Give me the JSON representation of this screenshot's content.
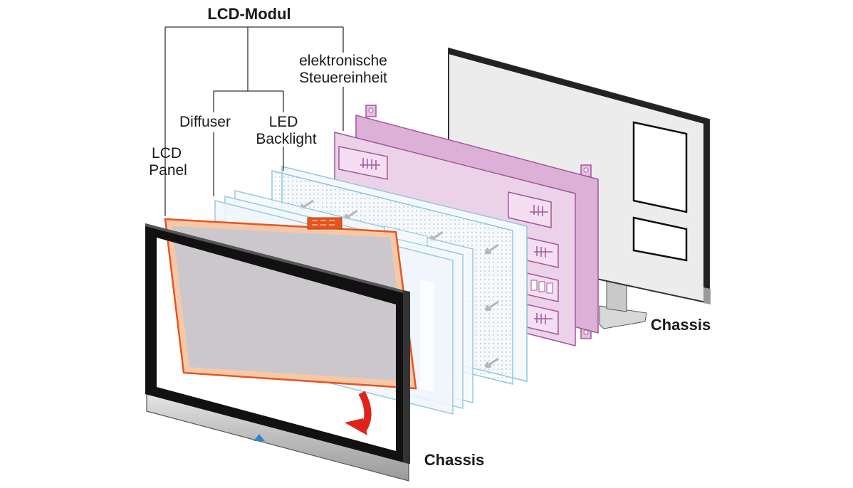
{
  "labels": {
    "lcd_modul": "LCD-Modul",
    "electronic_1": "elektronische",
    "electronic_2": "Steuereinheit",
    "diffuser": "Diffuser",
    "backlight_1": "LED",
    "backlight_2": "Backlight",
    "lcd_panel_1": "LCD",
    "lcd_panel_2": "Panel",
    "chassis_back": "Chassis",
    "chassis_front": "Chassis"
  },
  "colors": {
    "bezel": "#111111",
    "lcd_panel_border": "#e8541e",
    "lcd_panel_fill": "#f5c9a8",
    "backlight_edge": "#8fc6e6",
    "control_board": "#e6bfe0",
    "control_board_edge": "#a4569c",
    "arrow_red": "#e0231a",
    "indicator_blue": "#2f86c7",
    "rear_panel": "#ececec"
  }
}
